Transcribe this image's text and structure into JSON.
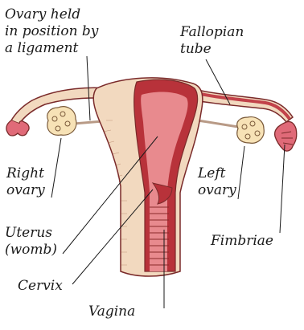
{
  "labels": {
    "ovary_ligament": [
      "Ovary held",
      "in position by",
      "a ligament"
    ],
    "fallopian_tube": [
      "Fallopian",
      "tube"
    ],
    "right_ovary": [
      "Right",
      "ovary"
    ],
    "left_ovary": [
      "Left",
      "ovary"
    ],
    "uterus": [
      "Uterus",
      "(womb)"
    ],
    "fimbriae": "Fimbriae",
    "cervix": "Cervix",
    "vagina": "Vagina"
  },
  "colors": {
    "flesh": "#f2d9bf",
    "muscle": "#b8323a",
    "lining": "#e88a8e",
    "outline": "#7a2a2a"
  }
}
